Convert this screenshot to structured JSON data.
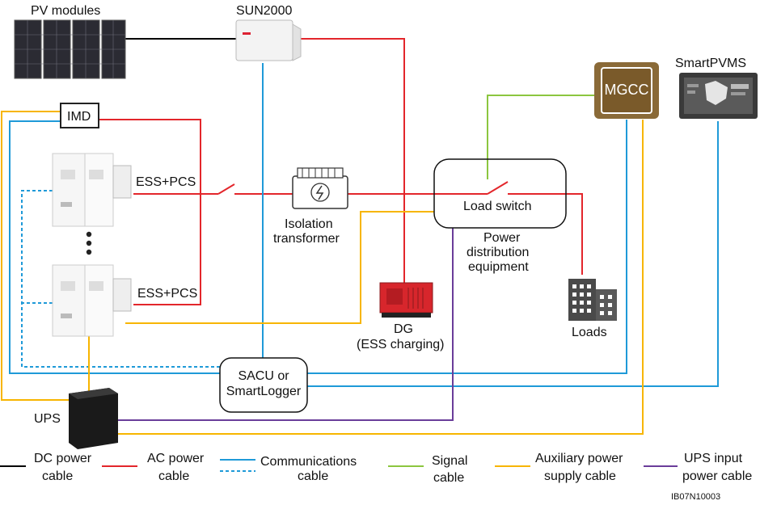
{
  "labels": {
    "pv_modules": "PV modules",
    "sun2000": "SUN2000",
    "smartpvms": "SmartPVMS",
    "mgcc": "MGCC",
    "imd": "IMD",
    "ess_pcs_top": "ESS+PCS",
    "ess_pcs_bottom": "ESS+PCS",
    "isolation_line1": "Isolation",
    "isolation_line2": "transformer",
    "load_switch": "Load switch",
    "pde_line1": "Power",
    "pde_line2": "distribution",
    "pde_line3": "equipment",
    "dg_line1": "DG",
    "dg_line2": "(ESS charging)",
    "loads": "Loads",
    "sacu_line1": "SACU or",
    "sacu_line2": "SmartLogger",
    "ups": "UPS",
    "ref_code": "IB07N10003"
  },
  "legend": [
    {
      "line1": "DC power",
      "line2": "cable",
      "color": "#000000",
      "style": "solid"
    },
    {
      "line1": "AC power",
      "line2": "cable",
      "color": "#e3262b",
      "style": "solid"
    },
    {
      "line1": "Communications",
      "line2": "cable",
      "color": "#1f9ad8",
      "style": "solid+dashed"
    },
    {
      "line1": "Signal",
      "line2": "cable",
      "color": "#8cc63f",
      "style": "solid"
    },
    {
      "line1": "Auxiliary power",
      "line2": "supply cable",
      "color": "#f7b500",
      "style": "solid"
    },
    {
      "line1": "UPS input",
      "line2": "power cable",
      "color": "#6a3d9a",
      "style": "solid"
    }
  ],
  "colors": {
    "dc": "#000000",
    "ac": "#e3262b",
    "comm": "#1f9ad8",
    "signal": "#8cc63f",
    "aux": "#f7b500",
    "ups_input": "#6a3d9a",
    "mgcc_fill": "#7a5a2a"
  }
}
